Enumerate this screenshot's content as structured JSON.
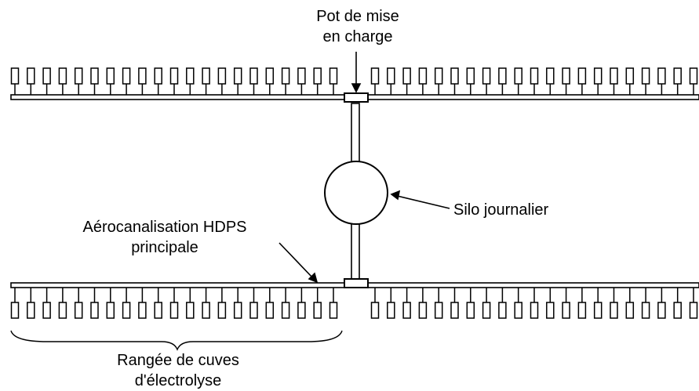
{
  "labels": {
    "feed_pot": [
      "Pot de mise",
      "en charge"
    ],
    "daily_silo": "Silo journalier",
    "main_duct": [
      "Aérocanalisation HDPS",
      "principale"
    ],
    "cell_row": [
      "Rangée de cuves",
      "d'électrolyse"
    ]
  },
  "colors": {
    "stroke": "#000000",
    "background": "#ffffff"
  },
  "structure": {
    "pipelines": 2,
    "pot_rows_per_pipeline": 2
  }
}
